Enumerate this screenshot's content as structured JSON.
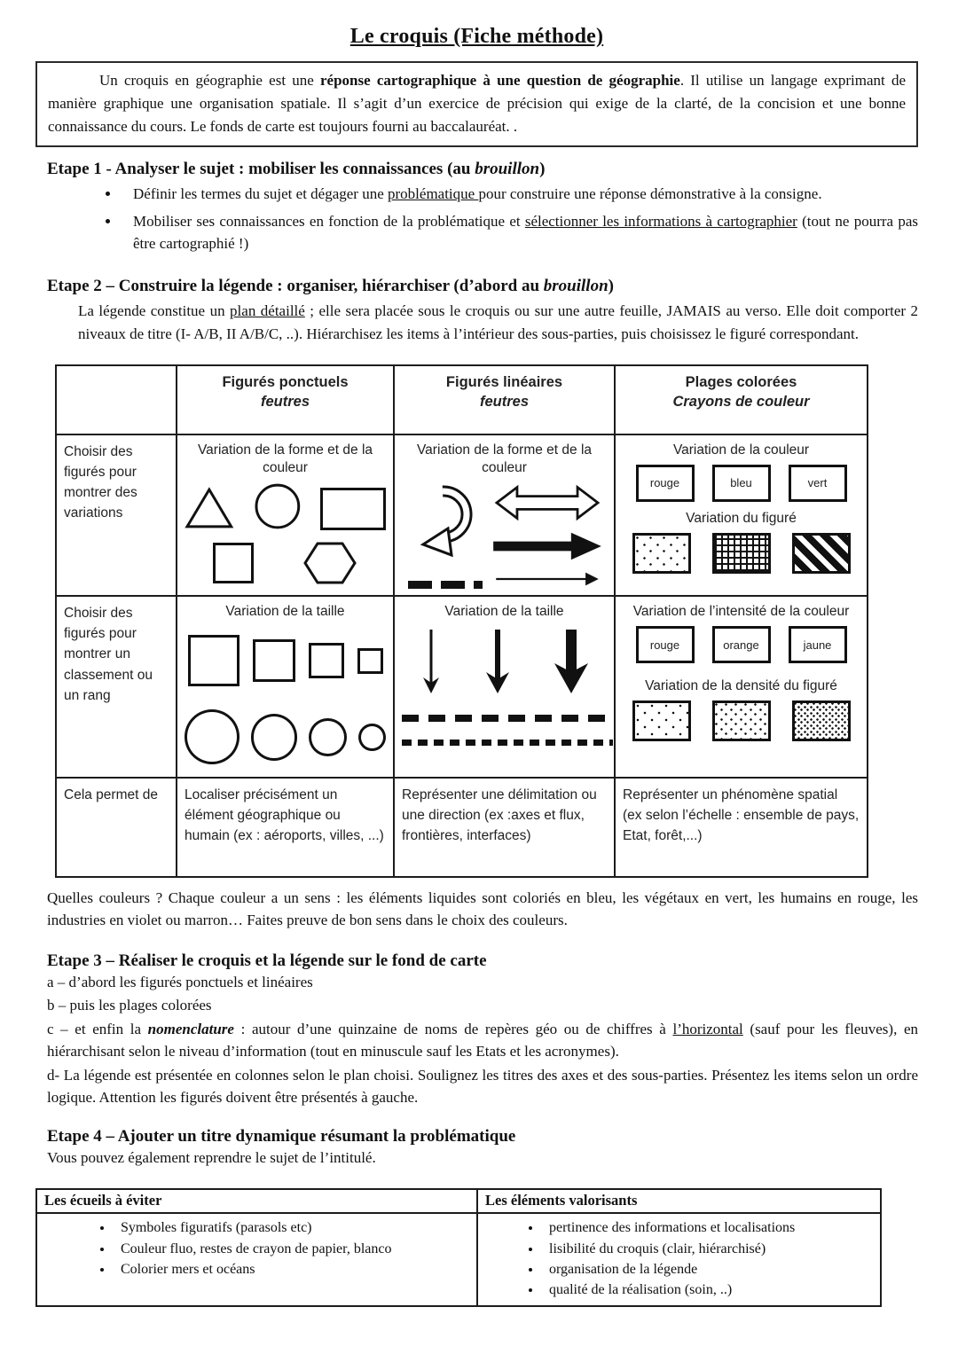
{
  "title": "Le croquis (Fiche méthode)",
  "intro": {
    "p1": "Un croquis en géographie est une ",
    "bold": "réponse cartographique à une question de géographie",
    "p2": ". Il utilise un langage exprimant de manière graphique une organisation spatiale. Il s’agit d’un exercice de précision qui exige de la clarté, de la concision et une bonne connaissance du cours. Le fonds de carte est toujours fourni au baccalauréat. ."
  },
  "etape1": {
    "h1": "Etape 1  - Analyser le sujet : mobiliser les connaissances (au ",
    "h_it": "brouillon",
    "h2": ")",
    "b1a": "Définir les termes du sujet et dégager une ",
    "b1u": "problématique ",
    "b1b": " pour construire une réponse démonstrative à la consigne.",
    "b2a": "Mobiliser ses connaissances en fonction de la problématique et ",
    "b2u": "sélectionner les informations à cartographier",
    "b2b": " (tout ne pourra pas être cartographié !)"
  },
  "etape2": {
    "h1": "Etape 2 – Construire la légende : organiser, hiérarchiser (d’abord au ",
    "h_it": "brouillon",
    "h2": ")",
    "p1": "La légende constitue un ",
    "p_u": "plan détaillé",
    "p2": " ; elle sera placée sous le croquis ou sur une autre feuille, JAMAIS au verso. Elle doit comporter 2 niveaux de titre (I- A/B, II A/B/C, ..). Hiérarchisez les items à l’intérieur des sous-parties, puis choisissez le figuré correspondant."
  },
  "main_table": {
    "headers": [
      {
        "title": "Figurés ponctuels",
        "subtitle": "feutres"
      },
      {
        "title": "Figurés linéaires",
        "subtitle": "feutres"
      },
      {
        "title": "Plages colorées",
        "subtitle": "Crayons de couleur"
      }
    ],
    "row1": {
      "label": "Choisir des figurés pour montrer des variations",
      "ponctuels_title": "Variation de la forme et de la couleur",
      "lineaires_title": "Variation de la forme et de la couleur",
      "plages_title1": "Variation de la couleur",
      "plages_colors": [
        "rouge",
        "bleu",
        "vert"
      ],
      "plages_title2": "Variation du figuré"
    },
    "row2": {
      "label": "Choisir des figurés pour montrer un classement ou un rang",
      "ponctuels_title": "Variation de la taille",
      "lineaires_title": "Variation de la taille",
      "plages_title1": "Variation de l’intensité de la couleur",
      "plages_colors": [
        "rouge",
        "orange",
        "jaune"
      ],
      "plages_title2": "Variation de la densité du figuré"
    },
    "row3": {
      "label": "Cela permet de",
      "ponctuels": "Localiser précisément un élément géographique ou humain (ex : aéroports, villes, ...)",
      "lineaires": "Représenter une délimitation ou une direction  (ex :axes et flux, frontières, interfaces)",
      "plages": "Représenter un phénomène spatial (ex selon l’échelle : ensemble de pays, Etat, forêt,...)"
    },
    "figures": {
      "row1_ponctuels": [
        "triangle",
        "circle",
        "rectangle",
        "square",
        "hexagon"
      ],
      "row1_lineaires": [
        "curved-arrow",
        "double-headed-arrow",
        "thick-filled-arrow",
        "dash-dash-dot",
        "thin-arrow"
      ],
      "row1_plages_patterns": [
        "sparse-dots",
        "grid",
        "diagonal-stripes"
      ],
      "row2_ponctuels": [
        "squares-decreasing-x4",
        "circles-decreasing-x4"
      ],
      "row2_lineaires": [
        "down-arrow-thin",
        "down-arrow-medium",
        "down-arrow-bold",
        "dashed-line-long",
        "dashed-line-short"
      ],
      "row2_plages_patterns": [
        "dots-sparse",
        "dots-medium",
        "dots-dense"
      ]
    }
  },
  "colors_note": "Quelles couleurs ? Chaque couleur a un sens : les éléments liquides sont coloriés en bleu, les végétaux en vert, les humains en rouge, les industries en violet ou marron… Faites preuve de bon sens dans le choix des couleurs.",
  "etape3": {
    "h": "Etape 3 – Réaliser le croquis et la légende sur le fond de carte",
    "a": "a – d’abord les figurés ponctuels et linéaires",
    "b": "b – puis les plages colorées",
    "c1": "c – et enfin la ",
    "c_bi": "nomenclature",
    "c2": " : autour d’une quinzaine de noms de repères géo ou de chiffres à ",
    "c_u": "l’horizontal",
    "c3": " (sauf pour les fleuves), en  hiérarchisant selon le niveau d’information (tout en minuscule sauf les Etats et les acronymes).",
    "d": "d- La légende est présentée en colonnes selon le plan choisi. Soulignez les titres des axes et des sous-parties. Présentez les items selon un ordre logique. Attention les figurés doivent être présentés à gauche."
  },
  "etape4": {
    "h": "Etape 4 – Ajouter un titre dynamique résumant la problématique",
    "p": "Vous pouvez également reprendre le sujet de l’intitulé."
  },
  "bottom_table": {
    "left_header": "Les écueils à éviter",
    "left_items": [
      "Symboles figuratifs (parasols etc)",
      "Couleur fluo, restes de crayon de papier, blanco",
      "Colorier mers et océans"
    ],
    "right_header": "Les éléments valorisants",
    "right_items": [
      "pertinence des informations et localisations",
      "lisibilité du croquis (clair, hiérarchisé)",
      "organisation de la légende",
      "qualité de la réalisation (soin, ..)"
    ]
  }
}
